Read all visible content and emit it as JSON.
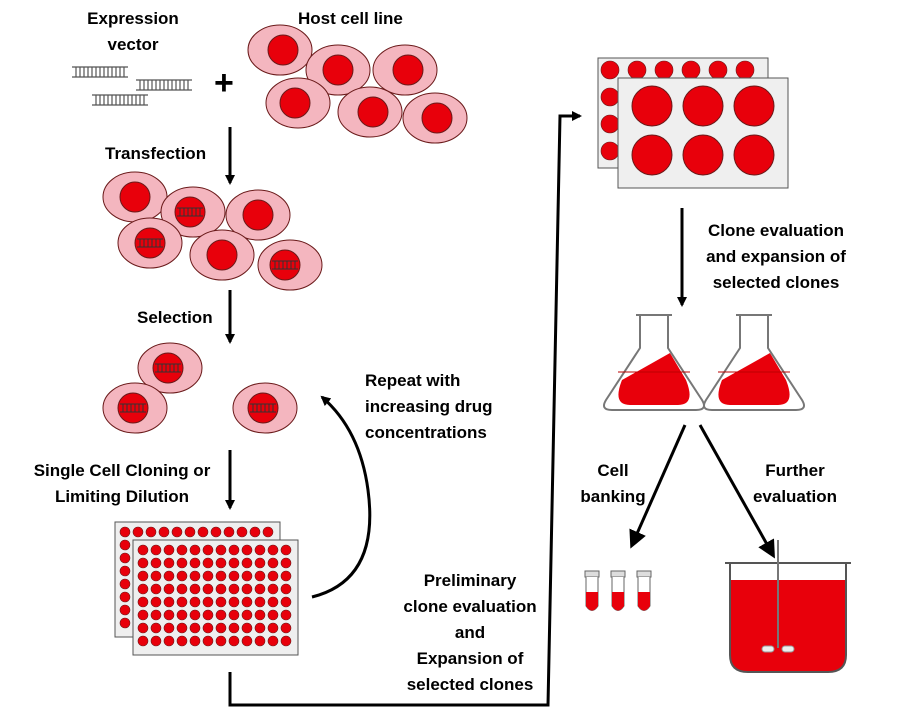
{
  "labels": {
    "expression_vector": [
      "Expression",
      "vector"
    ],
    "host_cell_line": "Host cell line",
    "plus": "+",
    "transfection": "Transfection",
    "selection": "Selection",
    "repeat": [
      "Repeat with",
      "increasing drug",
      "concentrations"
    ],
    "single_cell": [
      "Single Cell Cloning or",
      "Limiting Dilution"
    ],
    "preliminary": [
      "Preliminary",
      "clone evaluation",
      "and",
      "Expansion of",
      "selected clones"
    ],
    "clone_evaluation": [
      "Clone evaluation",
      "and expansion of",
      "selected clones"
    ],
    "cell_banking": [
      "Cell",
      "banking"
    ],
    "further_evaluation": [
      "Further",
      "evaluation"
    ]
  },
  "colors": {
    "cell_outer": "#f4b6bf",
    "cell_inner": "#e8000b",
    "cell_stroke": "#6a1a1a",
    "plate_fill": "#efefef",
    "medium": "#e8000b",
    "arrow": "#000000"
  }
}
